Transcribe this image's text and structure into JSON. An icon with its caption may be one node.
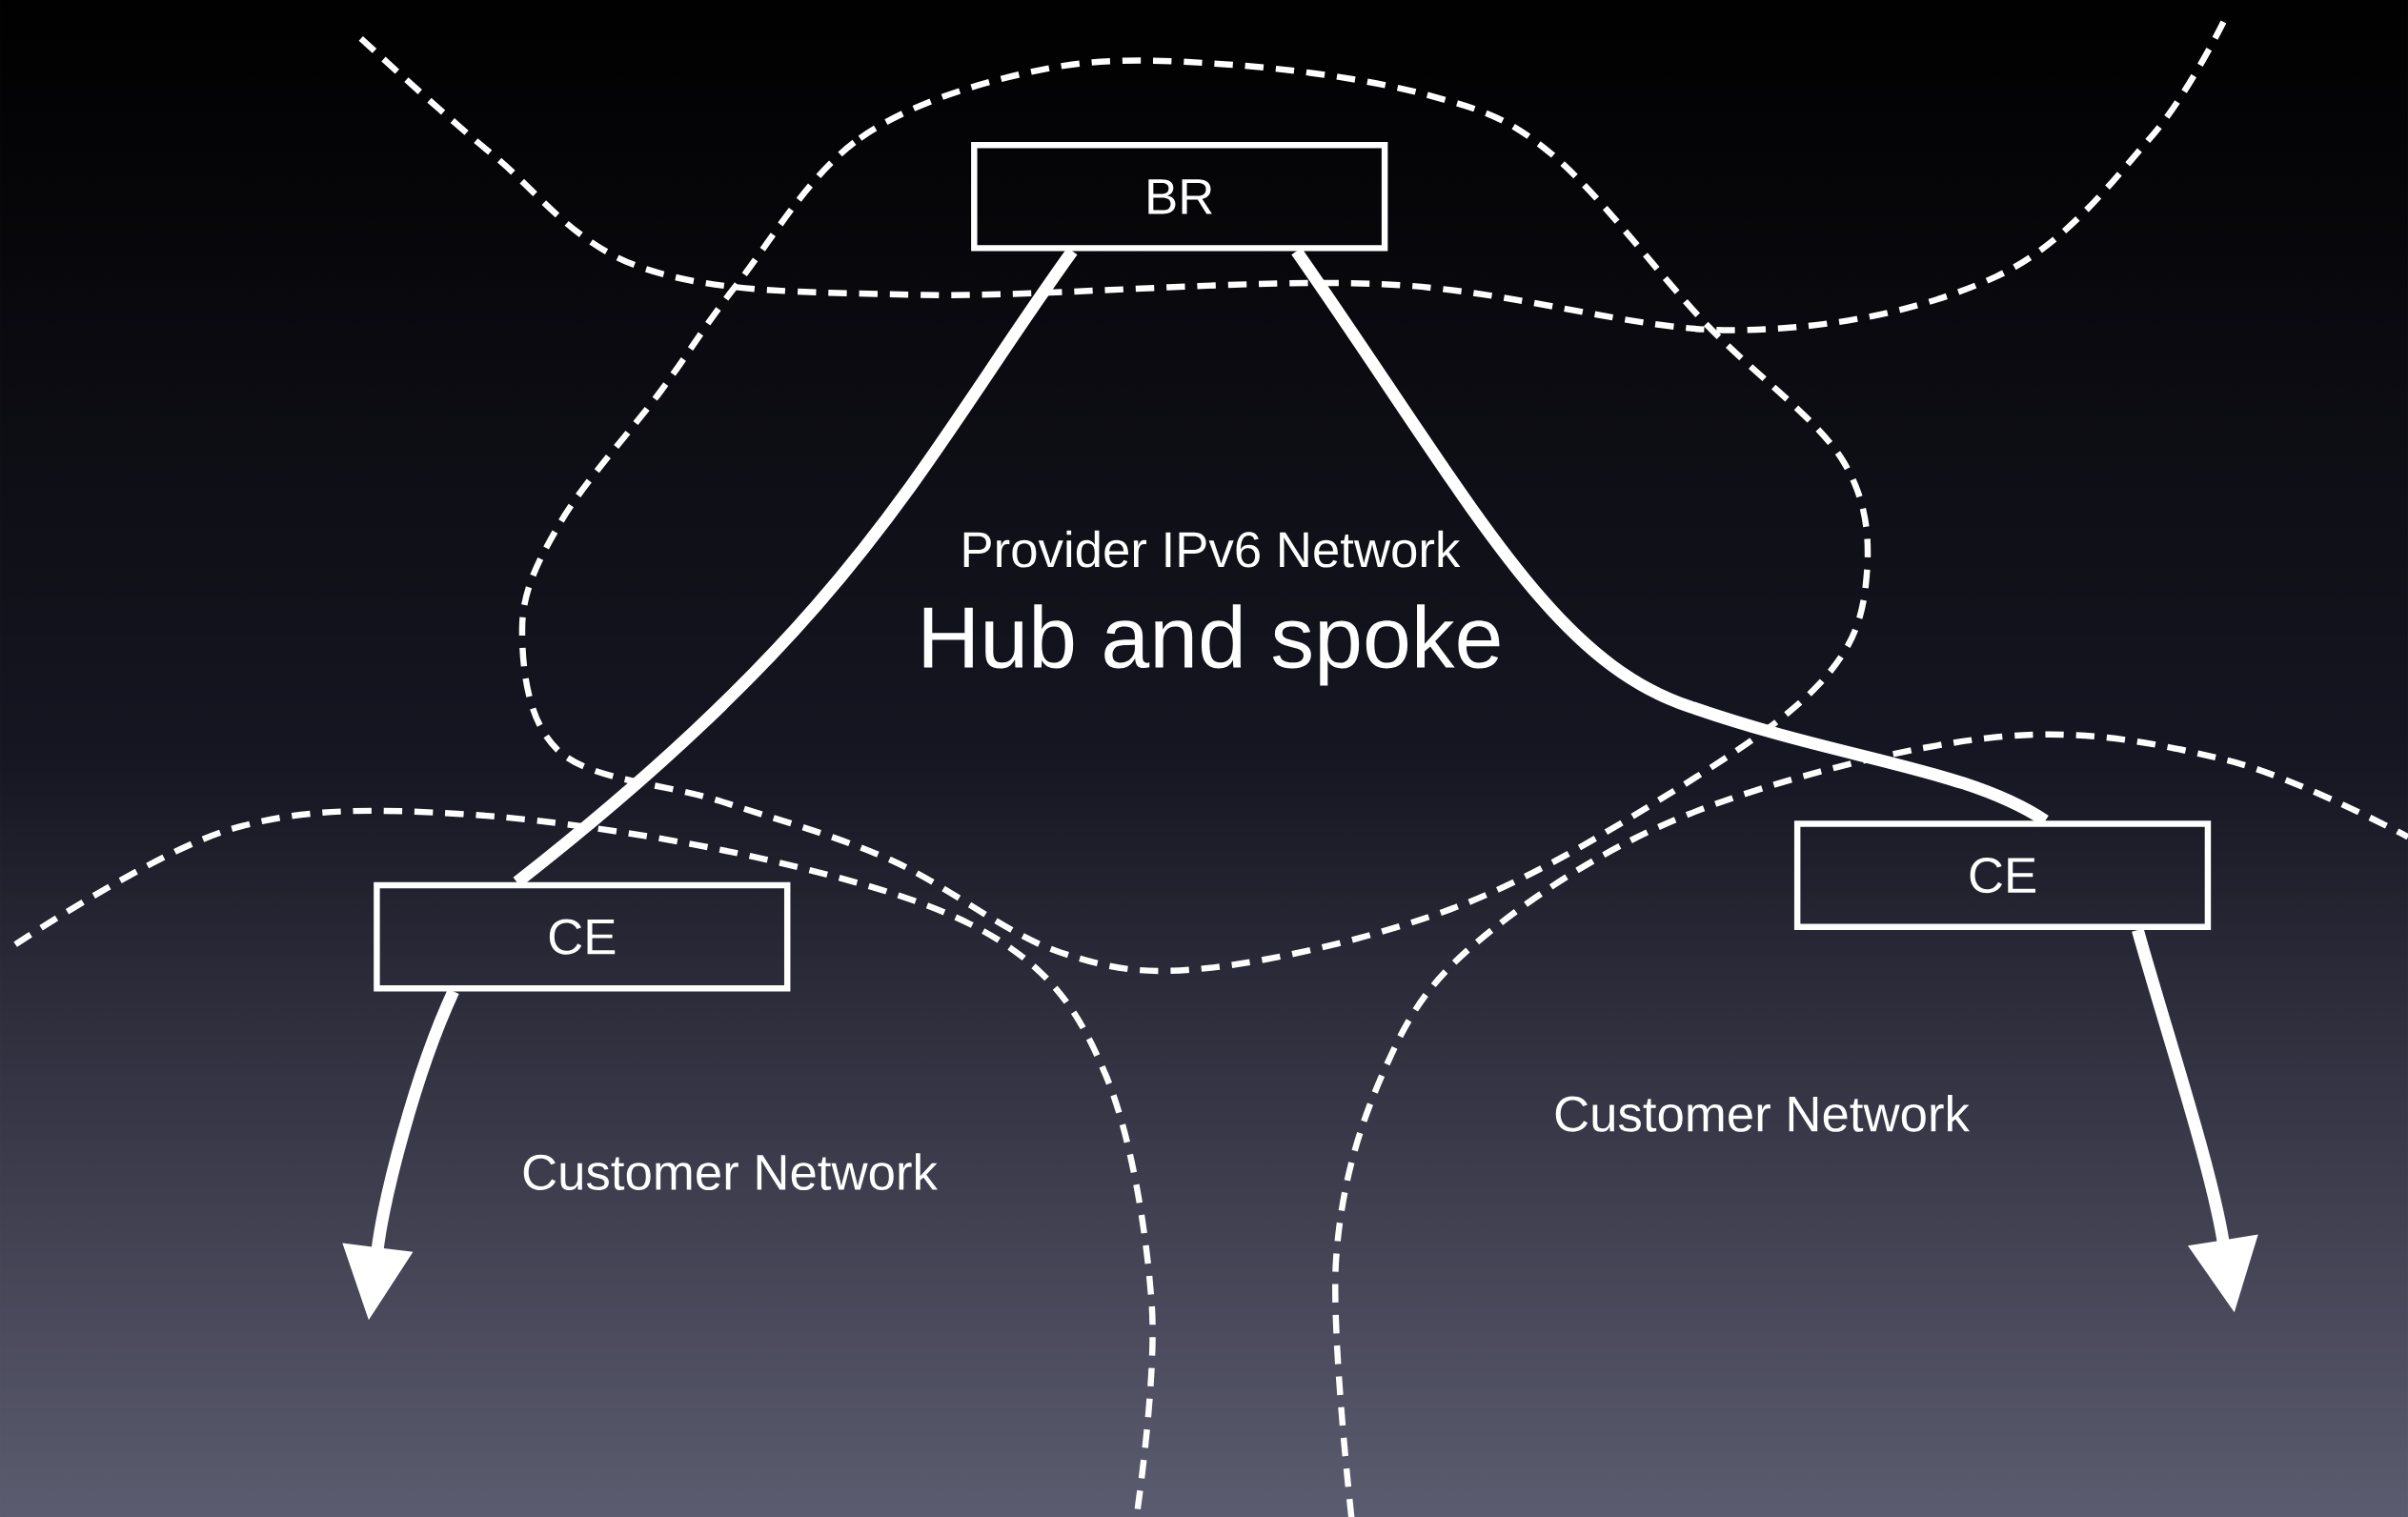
{
  "diagram": {
    "nodes": [
      {
        "text": [
          "Provider IPv6 Network",
          "Hub and spoke"
        ]
      },
      {
        "text": [
          "BR"
        ]
      },
      {
        "text": [
          "CE"
        ]
      },
      {
        "text": [
          "CE"
        ]
      }
    ],
    "edges": [
      {
        "from": 1,
        "to": 2,
        "arrow": "none"
      },
      {
        "from": 2,
        "to": null,
        "arrow": "to"
      },
      {
        "from": 1,
        "to": 3,
        "arrow": "none"
      },
      {
        "from": 3,
        "to": null,
        "arrow": "to"
      }
    ],
    "labels": [
      "Customer Network",
      "Customer Network"
    ]
  }
}
